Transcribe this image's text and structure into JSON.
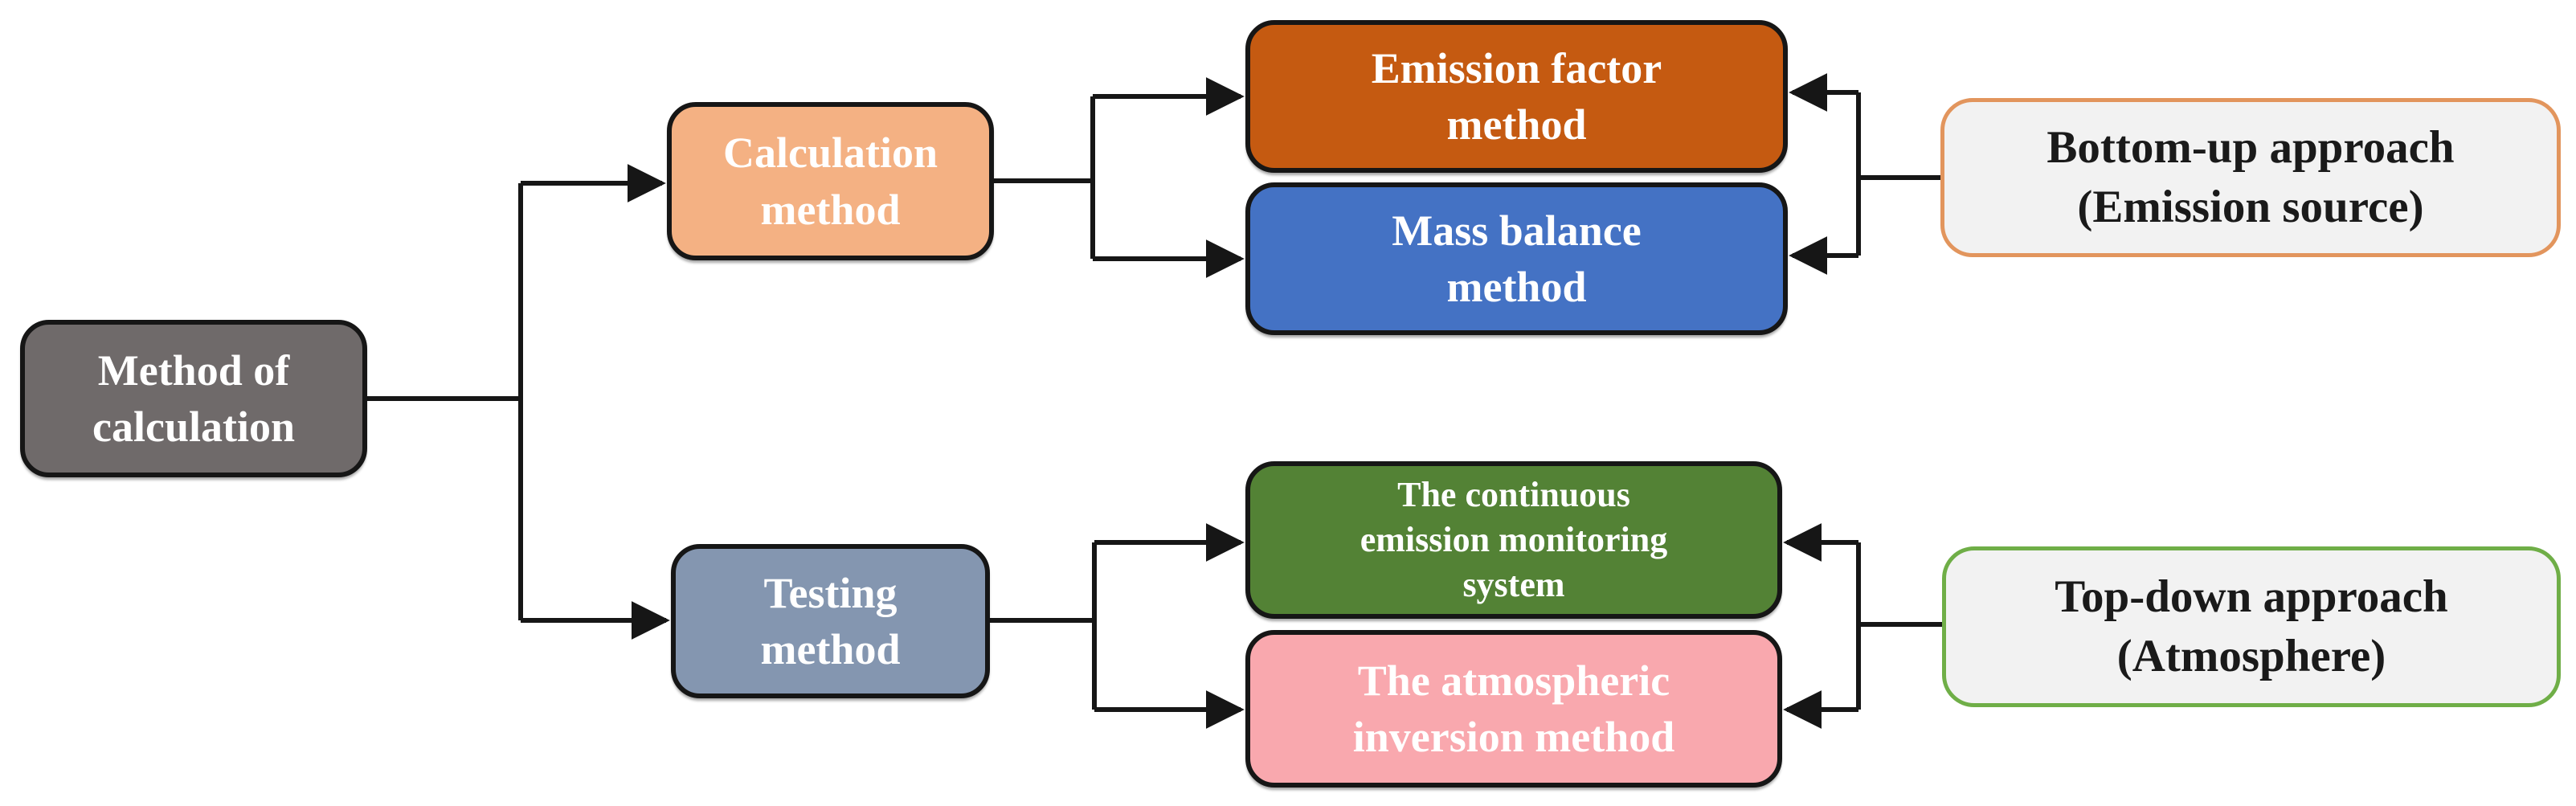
{
  "colors": {
    "connector": "#161616",
    "node_border_black": "#161616",
    "gray": "#6f6a6a",
    "peach": "#f4b183",
    "blue_gray": "#8496b0",
    "dark_orange": "#c55a11",
    "royal_blue": "#4472c4",
    "green": "#538235",
    "pink": "#f9a8ae",
    "note_fill": "#f2f2f2",
    "note_border_orange": "#e2955d",
    "note_border_green": "#6fae47",
    "white_text": "#ffffff",
    "black_text": "#1a1a1a"
  },
  "nodes": {
    "method_of_calculation": {
      "label": "Method of\ncalculation",
      "fill": "#6f6a6a",
      "text_color": "#ffffff",
      "border_color": "#161616"
    },
    "calculation_method": {
      "label": "Calculation\nmethod",
      "fill": "#f4b183",
      "text_color": "#ffffff",
      "border_color": "#161616"
    },
    "testing_method": {
      "label": "Testing\nmethod",
      "fill": "#8496b0",
      "text_color": "#ffffff",
      "border_color": "#161616"
    },
    "emission_factor_method": {
      "label": "Emission factor\nmethod",
      "fill": "#c55a11",
      "text_color": "#ffffff",
      "border_color": "#161616"
    },
    "mass_balance_method": {
      "label": "Mass balance\nmethod",
      "fill": "#4472c4",
      "text_color": "#ffffff",
      "border_color": "#161616"
    },
    "continuous_emission_monitoring_system": {
      "label": "The continuous\nemission monitoring\nsystem",
      "fill": "#538235",
      "text_color": "#ffffff",
      "border_color": "#161616"
    },
    "atmospheric_inversion_method": {
      "label": "The atmospheric\ninversion method",
      "fill": "#f9a8ae",
      "text_color": "#ffffff",
      "border_color": "#161616"
    },
    "bottom_up_approach": {
      "label": "Bottom-up approach\n(Emission source)",
      "fill": "#f2f2f2",
      "text_color": "#1a1a1a",
      "border_color": "#e2955d"
    },
    "top_down_approach": {
      "label": "Top-down approach\n(Atmosphere)",
      "fill": "#f2f2f2",
      "text_color": "#1a1a1a",
      "border_color": "#6fae47"
    }
  },
  "edges": [
    {
      "from": "method_of_calculation",
      "to": "calculation_method"
    },
    {
      "from": "method_of_calculation",
      "to": "testing_method"
    },
    {
      "from": "calculation_method",
      "to": "emission_factor_method"
    },
    {
      "from": "calculation_method",
      "to": "mass_balance_method"
    },
    {
      "from": "testing_method",
      "to": "continuous_emission_monitoring_system"
    },
    {
      "from": "testing_method",
      "to": "atmospheric_inversion_method"
    },
    {
      "from": "bottom_up_approach",
      "to": "emission_factor_method"
    },
    {
      "from": "bottom_up_approach",
      "to": "mass_balance_method"
    },
    {
      "from": "top_down_approach",
      "to": "continuous_emission_monitoring_system"
    },
    {
      "from": "top_down_approach",
      "to": "atmospheric_inversion_method"
    }
  ]
}
